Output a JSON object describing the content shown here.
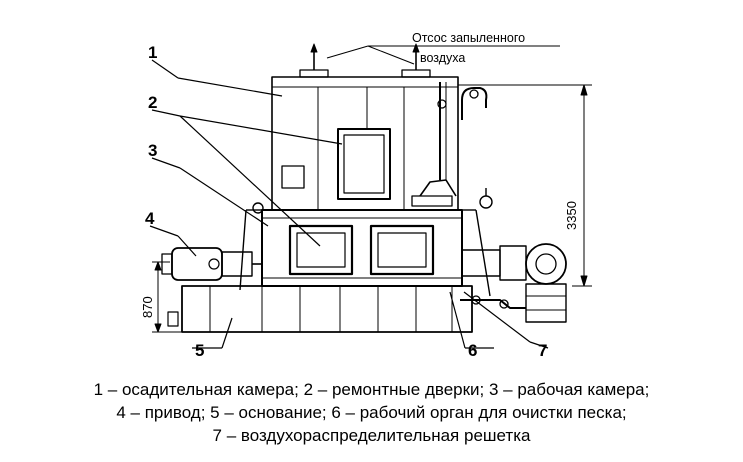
{
  "diagram": {
    "note": "Отсос запыленного воздуха",
    "note_line1": "Отсос запыленного",
    "note_line2": "воздуха",
    "dimensions": {
      "height": "3350",
      "base_height": "870"
    },
    "callouts": [
      "1",
      "2",
      "3",
      "4",
      "5",
      "6",
      "7"
    ]
  },
  "caption": {
    "line1": "1 – осадительная камера; 2 – ремонтные дверки; 3 – рабочая камера;",
    "line2": "4 – привод; 5 – основание; 6 – рабочий орган для очистки песка;",
    "line3": "7 – воздухораспределительная решетка"
  }
}
